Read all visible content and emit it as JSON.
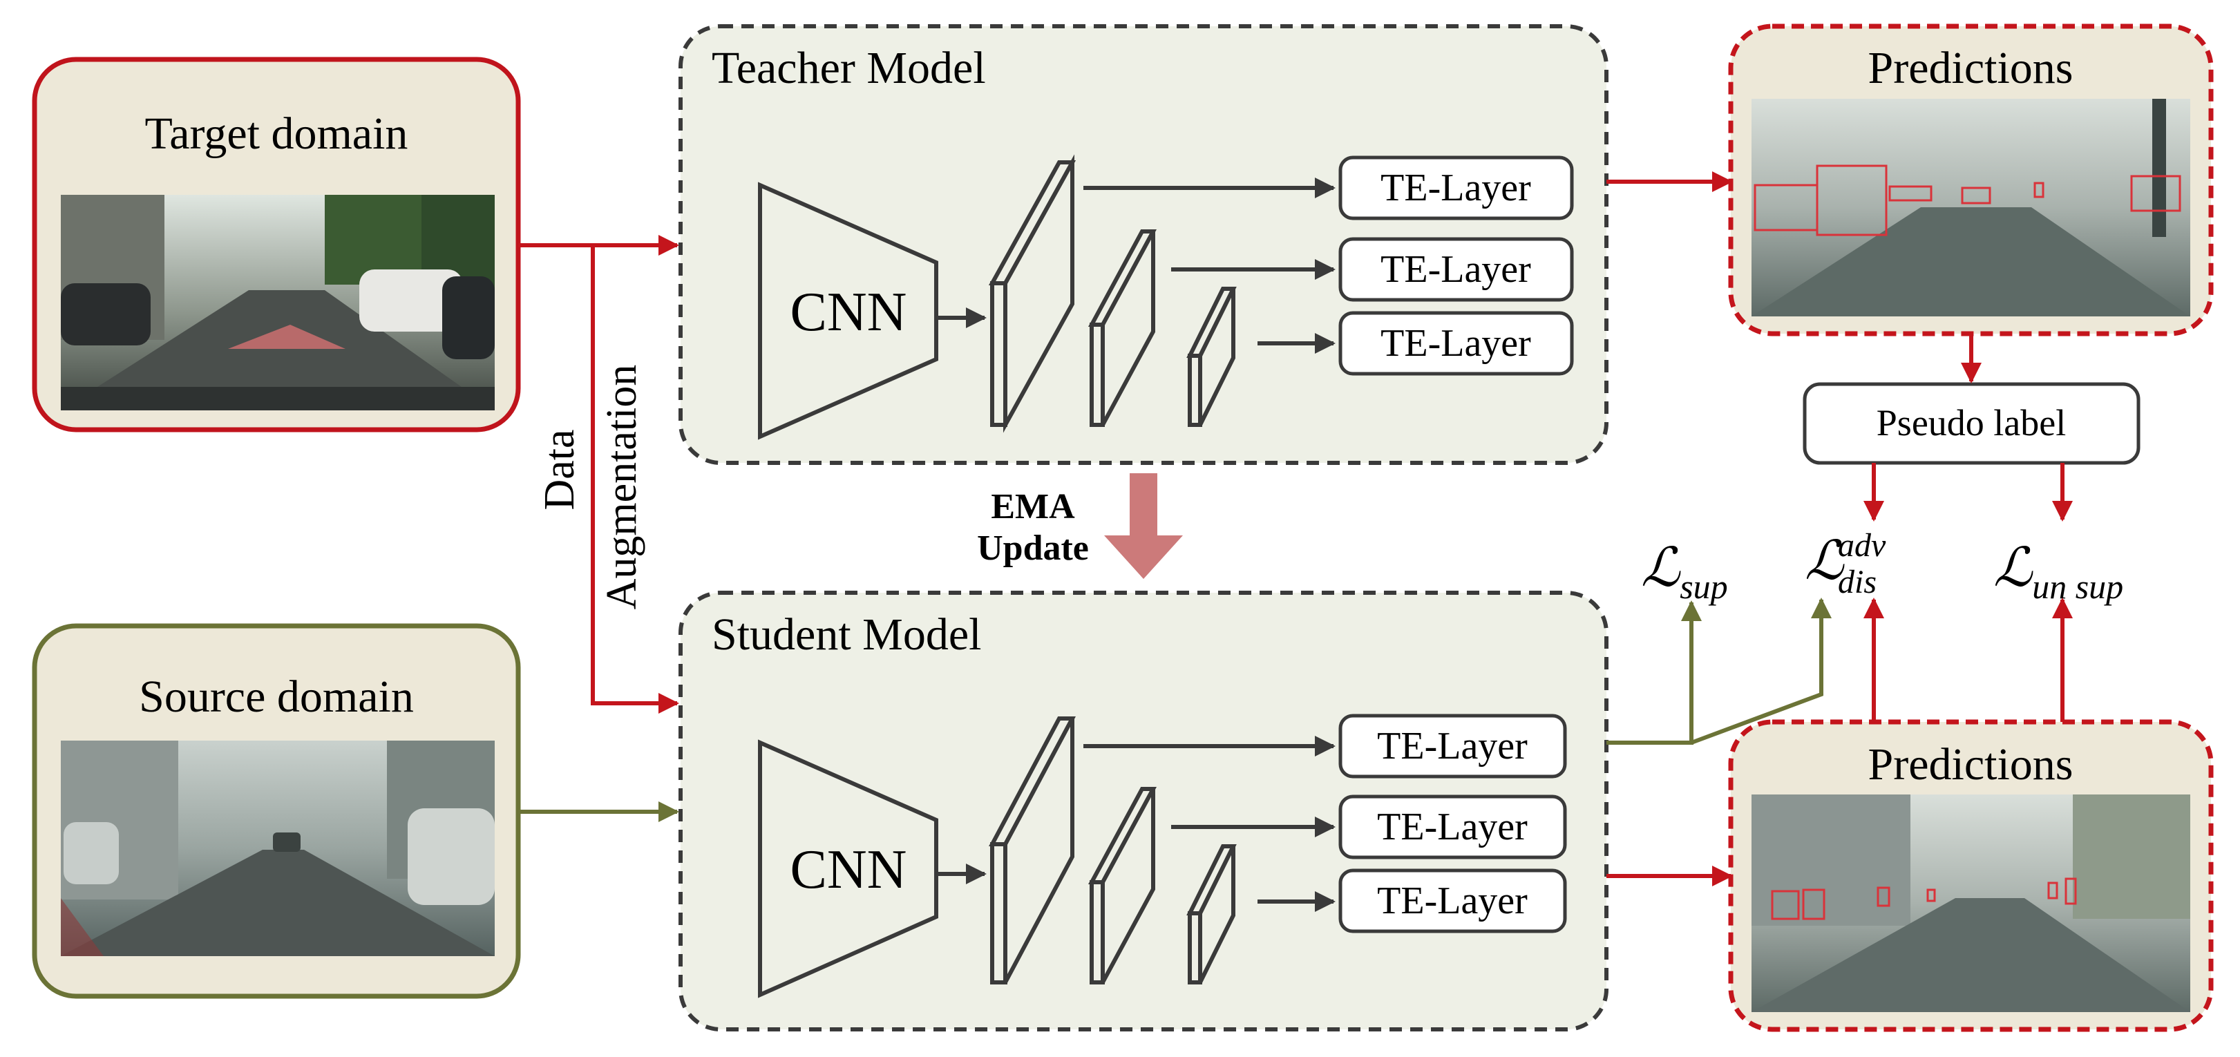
{
  "target_domain": {
    "title": "Target domain"
  },
  "source_domain": {
    "title": "Source domain"
  },
  "data_augmentation": {
    "line1": "Data",
    "line2": "Augmentation"
  },
  "teacher_model": {
    "title": "Teacher Model",
    "backbone": "CNN",
    "layers": [
      "TE-Layer",
      "TE-Layer",
      "TE-Layer"
    ]
  },
  "student_model": {
    "title": "Student Model",
    "backbone": "CNN",
    "layers": [
      "TE-Layer",
      "TE-Layer",
      "TE-Layer"
    ]
  },
  "ema_update": {
    "line1": "EMA",
    "line2": "Update"
  },
  "predictions_top": {
    "title": "Predictions"
  },
  "predictions_bottom": {
    "title": "Predictions"
  },
  "pseudo_label": {
    "label": "Pseudo label"
  },
  "losses": {
    "sup": {
      "symbol": "ℒ",
      "sub": "sup"
    },
    "dis": {
      "symbol": "ℒ",
      "sup": "adv",
      "sub": "dis"
    },
    "unsup": {
      "symbol": "ℒ",
      "sub": "un sup"
    }
  },
  "colors": {
    "target_border": "#c0141c",
    "source_border": "#6b7336",
    "panel_fill": "#ede8d8",
    "model_fill": "#eef0e6",
    "red_arrow": "#c4151c",
    "green_arrow": "#6b7336",
    "ema_arrow": "#cc7a7a",
    "dark": "#3a3a3a"
  }
}
